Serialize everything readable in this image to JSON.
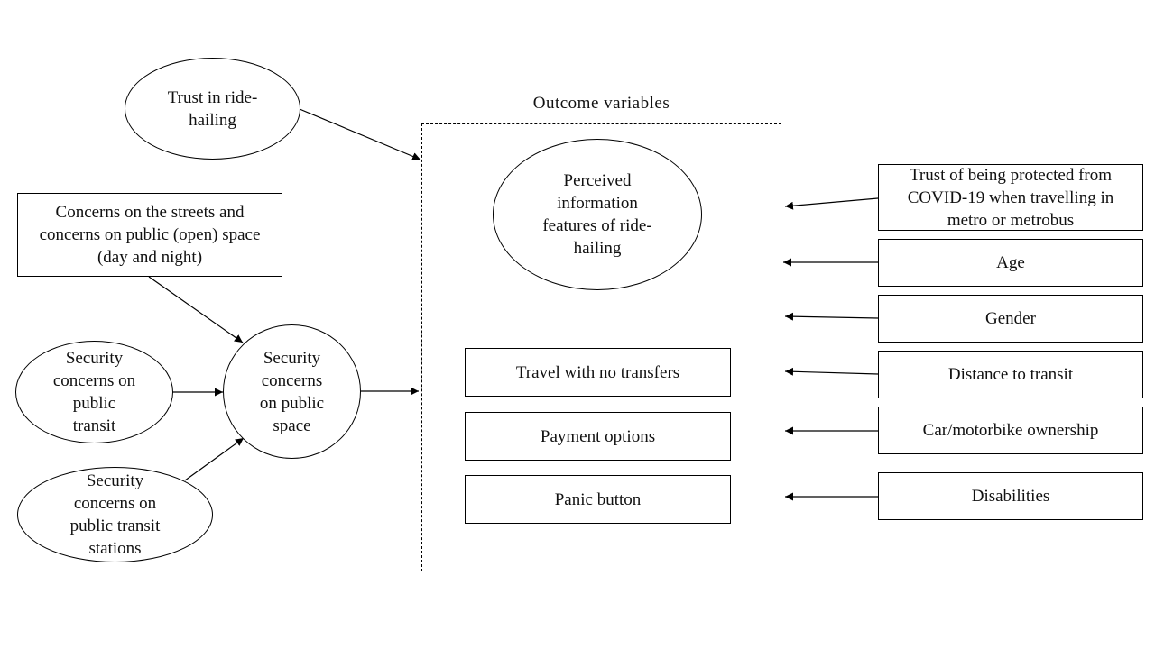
{
  "colors": {
    "stroke": "#000000",
    "background": "#ffffff",
    "text": "#111111"
  },
  "outcome": {
    "title": "Outcome variables",
    "perceived": "Perceived information features of ride-hailing",
    "items": [
      "Travel with no transfers",
      "Payment options",
      "Panic button"
    ]
  },
  "left": {
    "trust": "Trust in ride-hailing",
    "streets": "Concerns on the streets and concerns on public (open) space (day and night)",
    "transit": "Security concerns on public transit",
    "stations": "Security concerns on public transit stations",
    "space": "Security concerns on public space"
  },
  "right": {
    "protected": "Trust of being protected from COVID-19 when travelling in metro or metrobus",
    "age": "Age",
    "gender": "Gender",
    "distance": "Distance to transit",
    "car": "Car/motorbike ownership",
    "disabilities": "Disabilities"
  }
}
